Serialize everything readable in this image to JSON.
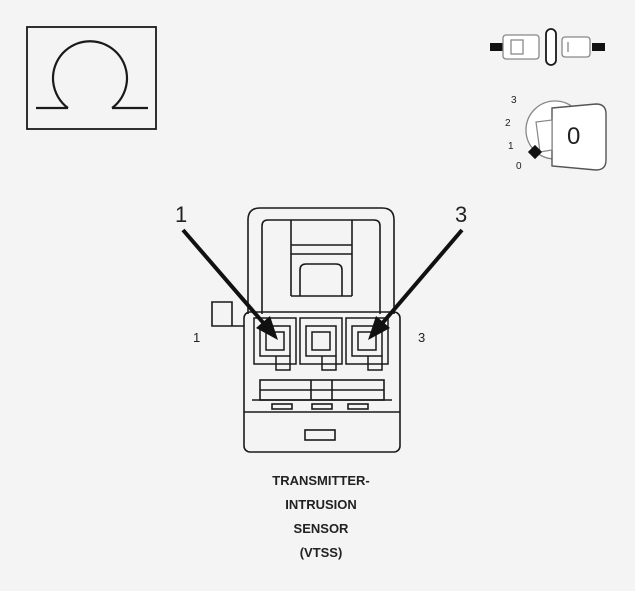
{
  "meter_symbol": {
    "icon": "ohm-icon",
    "label": "Ω"
  },
  "connector_icon": {
    "icon": "connector-separated-icon"
  },
  "ignition_icon": {
    "icon": "ignition-key-icon",
    "positions": [
      "3",
      "2",
      "1",
      "0"
    ],
    "key_label": "0"
  },
  "pins": {
    "pin1_callout": "1",
    "pin3_callout": "3",
    "pin1_face": "1",
    "pin3_face": "3"
  },
  "caption_lines": [
    "TRANSMITTER-",
    "INTRUSION",
    "SENSOR",
    "(VTSS)"
  ],
  "colors": {
    "stroke": "#1a1a1a",
    "background": "#f4f4f4"
  }
}
